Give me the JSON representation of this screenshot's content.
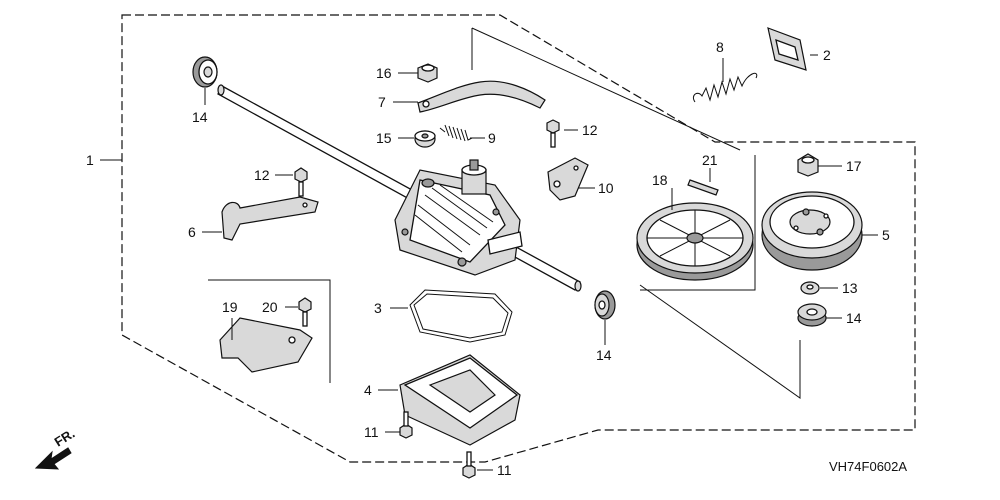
{
  "diagram_code": "VH74F0602A",
  "direction_label": "FR.",
  "callouts": [
    "1",
    "2",
    "3",
    "4",
    "5",
    "6",
    "7",
    "8",
    "9",
    "10",
    "11",
    "11",
    "12",
    "12",
    "13",
    "14",
    "14",
    "14",
    "15",
    "16",
    "17",
    "18",
    "19",
    "20",
    "21"
  ]
}
